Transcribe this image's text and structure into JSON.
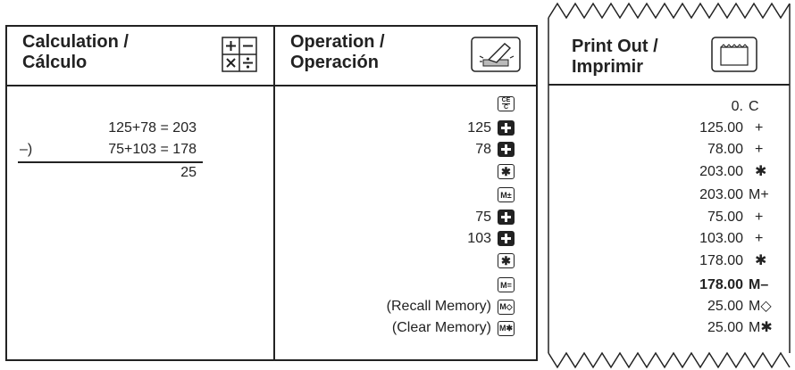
{
  "calculation": {
    "header_line1": "Calculation /",
    "header_line2": "Cálculo",
    "rows": [
      "125+78 = 203",
      "75+103 = 178"
    ],
    "minus_sign": "–)",
    "result": "25"
  },
  "operation": {
    "header_line1": "Operation /",
    "header_line2": "Operación",
    "ce_key": [
      "CE",
      "C"
    ],
    "numbers": [
      "125",
      "78",
      "75",
      "103"
    ],
    "key_labels": [
      "✱",
      "M±",
      "✱",
      "M="
    ],
    "recall_label": "(Recall Memory)",
    "recall_key": "M◇",
    "clear_label": "(Clear Memory)",
    "clear_key": "M✱"
  },
  "printout": {
    "header_line1": "Print Out /",
    "header_line2": "Imprimir",
    "rows": [
      {
        "value": "0.",
        "symbol": "C"
      },
      {
        "value": "125.00",
        "symbol": "+"
      },
      {
        "value": "78.00",
        "symbol": "+"
      },
      {
        "value": "203.00",
        "symbol": "✱"
      },
      {
        "value": "203.00",
        "symbol": "M+"
      },
      {
        "value": "75.00",
        "symbol": "+"
      },
      {
        "value": "103.00",
        "symbol": "+"
      },
      {
        "value": "178.00",
        "symbol": "✱"
      },
      {
        "value": "178.00",
        "symbol": "M–"
      },
      {
        "value": "25.00",
        "symbol": "M◇"
      },
      {
        "value": "25.00",
        "symbol": "M✱"
      }
    ]
  },
  "icons": {
    "calculation": "calculator-grid-icon",
    "operation": "hand-pressing-key-icon",
    "printout": "printer-paper-icon"
  }
}
